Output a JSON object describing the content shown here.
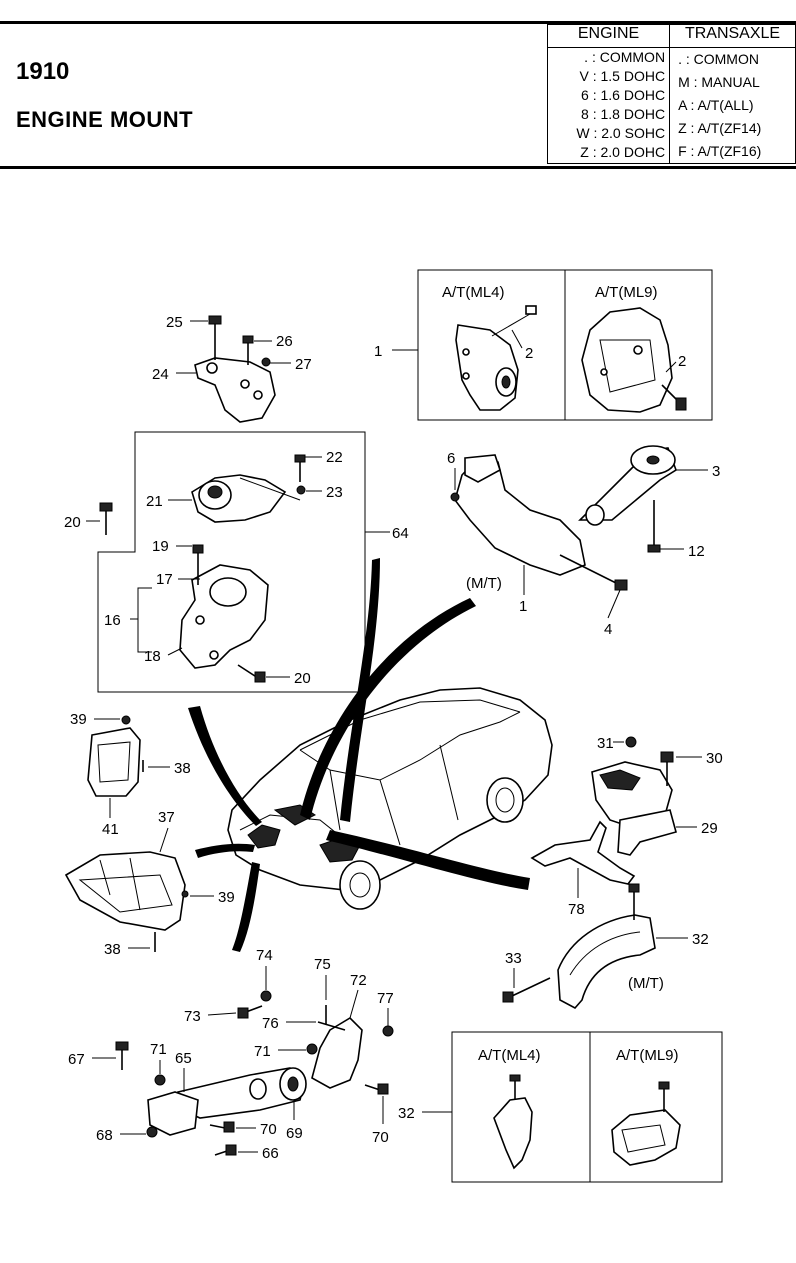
{
  "header": {
    "code": "1910",
    "title": "ENGINE MOUNT",
    "engine_header": "ENGINE",
    "transaxle_header": "TRANSAXLE",
    "engine_codes": [
      ". : COMMON",
      "V : 1.5 DOHC",
      "6 : 1.6 DOHC",
      "8 : 1.8 DOHC",
      "W : 2.0 SOHC",
      "Z : 2.0 DOHC"
    ],
    "transaxle_codes": [
      ". : COMMON",
      "M : MANUAL",
      "A : A/T(ALL)",
      "Z : A/T(ZF14)",
      "F : A/T(ZF16)"
    ]
  },
  "diagram": {
    "box_top_right_left_label": "A/T(ML4)",
    "box_top_right_right_label": "A/T(ML9)",
    "box_bottom_right_left_label": "A/T(ML4)",
    "box_bottom_right_right_label": "A/T(ML9)",
    "mt_label_top": "(M/T)",
    "mt_label_bottom": "(M/T)",
    "callouts": {
      "c1a": "1",
      "c1b": "1",
      "c2a": "2",
      "c2b": "2",
      "c3": "3",
      "c4": "4",
      "c6": "6",
      "c12": "12",
      "c16": "16",
      "c17": "17",
      "c18": "18",
      "c19": "19",
      "c20a": "20",
      "c20b": "20",
      "c21": "21",
      "c22": "22",
      "c23": "23",
      "c24": "24",
      "c25": "25",
      "c26": "26",
      "c27": "27",
      "c29": "29",
      "c30": "30",
      "c31": "31",
      "c32a": "32",
      "c32b": "32",
      "c33": "33",
      "c37": "37",
      "c38a": "38",
      "c38b": "38",
      "c39a": "39",
      "c39b": "39",
      "c41": "41",
      "c64": "64",
      "c65": "65",
      "c66": "66",
      "c67": "67",
      "c68": "68",
      "c69": "69",
      "c70a": "70",
      "c70b": "70",
      "c71a": "71",
      "c71b": "71",
      "c72": "72",
      "c73": "73",
      "c74": "74",
      "c75": "75",
      "c76": "76",
      "c77": "77",
      "c78": "78"
    }
  }
}
